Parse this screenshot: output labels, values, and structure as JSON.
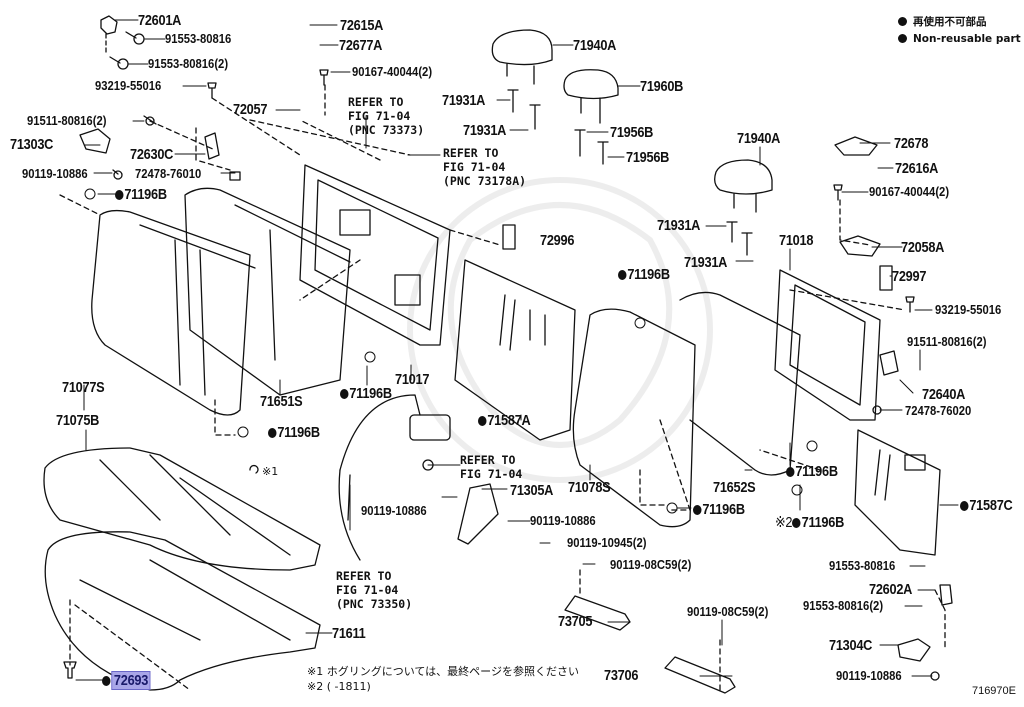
{
  "diagram": {
    "figure_code": "716970E",
    "legend": {
      "jp": "再使用不可部品",
      "en": "Non-reusable part",
      "marker": "filled-circle-icon"
    },
    "notes": {
      "note1_marker_label": "※1",
      "note1": "※1 ホグリングについては、最終ページを参照ください",
      "note2": "※2 (        -1811)",
      "note2_ref_label": "※2"
    },
    "refers": [
      {
        "id": "r73373",
        "text": "REFER TO\nFIG 71-04\n(PNC 73373)"
      },
      {
        "id": "r73178A",
        "text": "REFER TO\nFIG 71-04\n(PNC 73178A)"
      },
      {
        "id": "rbelt",
        "text": "REFER TO\nFIG 71-04"
      },
      {
        "id": "r73350",
        "text": "REFER TO\nFIG 71-04\n(PNC 73350)"
      }
    ],
    "parts": [
      {
        "id": "72601A",
        "text": "72601A",
        "nonreusable": false
      },
      {
        "id": "91553-80816-a",
        "text": "91553-80816",
        "nonreusable": false
      },
      {
        "id": "91553-80816-2a",
        "text": "91553-80816(2)",
        "nonreusable": false
      },
      {
        "id": "93219-55016-a",
        "text": "93219-55016",
        "nonreusable": false
      },
      {
        "id": "72057",
        "text": "72057",
        "nonreusable": false
      },
      {
        "id": "91511-80816-2a",
        "text": "91511-80816(2)",
        "nonreusable": false
      },
      {
        "id": "71303C",
        "text": "71303C",
        "nonreusable": false
      },
      {
        "id": "72630C",
        "text": "72630C",
        "nonreusable": false
      },
      {
        "id": "90119-10886-a",
        "text": "90119-10886",
        "nonreusable": false
      },
      {
        "id": "72478-76010",
        "text": "72478-76010",
        "nonreusable": false
      },
      {
        "id": "71196B-a",
        "text": "71196B",
        "nonreusable": true
      },
      {
        "id": "72615A",
        "text": "72615A",
        "nonreusable": false
      },
      {
        "id": "72677A",
        "text": "72677A",
        "nonreusable": false
      },
      {
        "id": "90167-40044-2a",
        "text": "90167-40044(2)",
        "nonreusable": false
      },
      {
        "id": "71940A-a",
        "text": "71940A",
        "nonreusable": false
      },
      {
        "id": "71960B",
        "text": "71960B",
        "nonreusable": false
      },
      {
        "id": "71931A-a",
        "text": "71931A",
        "nonreusable": false
      },
      {
        "id": "71931A-b",
        "text": "71931A",
        "nonreusable": false
      },
      {
        "id": "71956B-a",
        "text": "71956B",
        "nonreusable": false
      },
      {
        "id": "71956B-b",
        "text": "71956B",
        "nonreusable": false
      },
      {
        "id": "71940A-b",
        "text": "71940A",
        "nonreusable": false
      },
      {
        "id": "72678",
        "text": "72678",
        "nonreusable": false
      },
      {
        "id": "72616A",
        "text": "72616A",
        "nonreusable": false
      },
      {
        "id": "90167-40044-2b",
        "text": "90167-40044(2)",
        "nonreusable": false
      },
      {
        "id": "72996",
        "text": "72996",
        "nonreusable": false
      },
      {
        "id": "71931A-c",
        "text": "71931A",
        "nonreusable": false
      },
      {
        "id": "71931A-d",
        "text": "71931A",
        "nonreusable": false
      },
      {
        "id": "71018",
        "text": "71018",
        "nonreusable": false
      },
      {
        "id": "72058A",
        "text": "72058A",
        "nonreusable": false
      },
      {
        "id": "72997",
        "text": "72997",
        "nonreusable": false
      },
      {
        "id": "71196B-b",
        "text": "71196B",
        "nonreusable": true
      },
      {
        "id": "93219-55016-b",
        "text": "93219-55016",
        "nonreusable": false
      },
      {
        "id": "91511-80816-2b",
        "text": "91511-80816(2)",
        "nonreusable": false
      },
      {
        "id": "72640A",
        "text": "72640A",
        "nonreusable": false
      },
      {
        "id": "72478-76020",
        "text": "72478-76020",
        "nonreusable": false
      },
      {
        "id": "71077S",
        "text": "71077S",
        "nonreusable": false
      },
      {
        "id": "71651S",
        "text": "71651S",
        "nonreusable": false
      },
      {
        "id": "71017",
        "text": "71017",
        "nonreusable": false
      },
      {
        "id": "71196B-c",
        "text": "71196B",
        "nonreusable": true
      },
      {
        "id": "71196B-d",
        "text": "71196B",
        "nonreusable": true
      },
      {
        "id": "71587A",
        "text": "71587A",
        "nonreusable": true
      },
      {
        "id": "71075B",
        "text": "71075B",
        "nonreusable": false
      },
      {
        "id": "71078S",
        "text": "71078S",
        "nonreusable": false
      },
      {
        "id": "71652S",
        "text": "71652S",
        "nonreusable": false
      },
      {
        "id": "71196B-e",
        "text": "71196B",
        "nonreusable": true
      },
      {
        "id": "71196B-f",
        "text": "71196B",
        "nonreusable": true
      },
      {
        "id": "71196B-g",
        "text": "71196B",
        "nonreusable": true
      },
      {
        "id": "71587C",
        "text": "71587C",
        "nonreusable": true
      },
      {
        "id": "71305A",
        "text": "71305A",
        "nonreusable": false
      },
      {
        "id": "90119-10886-b",
        "text": "90119-10886",
        "nonreusable": false
      },
      {
        "id": "90119-10886-c",
        "text": "90119-10886",
        "nonreusable": false
      },
      {
        "id": "90119-10945-2",
        "text": "90119-10945(2)",
        "nonreusable": false
      },
      {
        "id": "90119-08C59-2a",
        "text": "90119-08C59(2)",
        "nonreusable": false
      },
      {
        "id": "90119-08C59-2b",
        "text": "90119-08C59(2)",
        "nonreusable": false
      },
      {
        "id": "73705",
        "text": "73705",
        "nonreusable": false
      },
      {
        "id": "73706",
        "text": "73706",
        "nonreusable": false
      },
      {
        "id": "71611",
        "text": "71611",
        "nonreusable": false
      },
      {
        "id": "72693",
        "text": "72693",
        "nonreusable": true,
        "highlighted": true
      },
      {
        "id": "91553-80816-b",
        "text": "91553-80816",
        "nonreusable": false
      },
      {
        "id": "72602A",
        "text": "72602A",
        "nonreusable": false
      },
      {
        "id": "91553-80816-2b",
        "text": "91553-80816(2)",
        "nonreusable": false
      },
      {
        "id": "71304C",
        "text": "71304C",
        "nonreusable": false
      },
      {
        "id": "90119-10886-d",
        "text": "90119-10886",
        "nonreusable": false
      }
    ],
    "highlight_color": "#a9a6e8"
  }
}
